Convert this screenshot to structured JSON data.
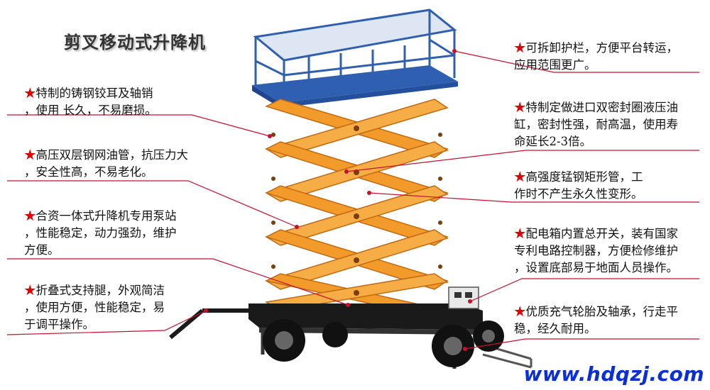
{
  "title": "剪叉移动式升降机",
  "website": "www.hdqzj.com",
  "star_symbol": "★",
  "colors": {
    "scissor_orange": "#f39b2a",
    "platform_blue": "#2f5fb0",
    "chassis_black": "#1a1a1a",
    "leader_red": "#c8102e",
    "star_red": "#e30000",
    "website_blue": "#0a2fd8"
  },
  "features_left": [
    {
      "line1": "特制的铸钢铰耳及轴销",
      "line2": "，使用 长久，不易磨损。",
      "line3": ""
    },
    {
      "line1": "高压双层钢网油管，抗压力大",
      "line2": "，安全性高，不易老化。",
      "line3": ""
    },
    {
      "line1": "合资一体式升降机专用泵站",
      "line2": "，性能稳定，动力强劲，维护",
      "line3": "方便。"
    },
    {
      "line1": "折叠式支持腿，外观简洁",
      "line2": "，使用方便，性能稳定，易",
      "line3": "于调平操作。"
    }
  ],
  "features_right": [
    {
      "line1": "可拆卸护栏，方便平台转运，",
      "line2": "应用范围更广。",
      "line3": ""
    },
    {
      "line1": "特制定做进口双密封圈液压油",
      "line2": "缸，密封性强，耐高温，使用寿",
      "line3": "命延长2-3倍。"
    },
    {
      "line1": "高强度锰钢矩形管，工",
      "line2": "作时不产生永久性变形。",
      "line3": ""
    },
    {
      "line1": "配电箱内置总开关，装有国家",
      "line2": "专利电路控制器，方便检修维护",
      "line3": "，设置底部易于地面人员操作。"
    },
    {
      "line1": "优质充气轮胎及轴承，行走平",
      "line2": "稳，经久耐用。",
      "line3": ""
    }
  ]
}
